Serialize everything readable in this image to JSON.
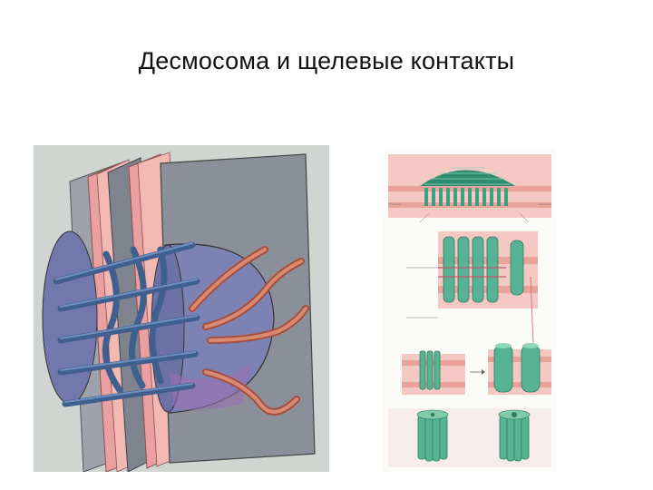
{
  "slide": {
    "title": "Десмосома и щелевые контакты"
  },
  "figures": {
    "desmosome": {
      "icon": "desmosome-illustration"
    },
    "gap_junction": {
      "icon": "gap-junction-diagram"
    }
  },
  "colors": {
    "membrane_pink": "#eaa0a0",
    "plate_gray": "#8a8f99",
    "plaque_purple": "#7d82b5",
    "filament_blue": "#3f5f8f",
    "filament_orange": "#c8705a",
    "connexon_green": "#56b394"
  }
}
